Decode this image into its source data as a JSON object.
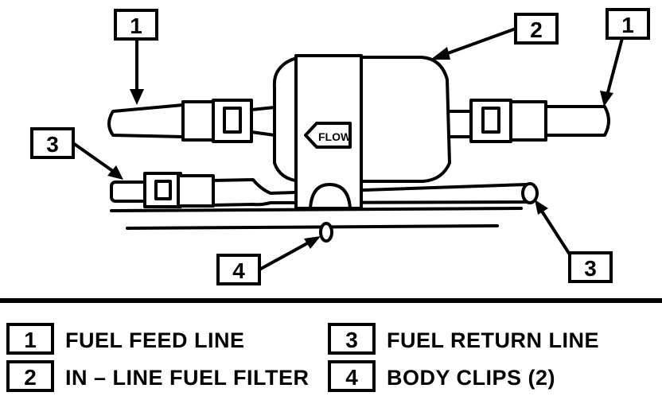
{
  "callouts": [
    {
      "id": "1a",
      "label": "1"
    },
    {
      "id": "2",
      "label": "2"
    },
    {
      "id": "1b",
      "label": "1"
    },
    {
      "id": "3a",
      "label": "3"
    },
    {
      "id": "4",
      "label": "4"
    },
    {
      "id": "3b",
      "label": "3"
    }
  ],
  "filter_marking": "FLOW",
  "legend": [
    {
      "num": "1",
      "text": "FUEL FEED LINE"
    },
    {
      "num": "2",
      "text": "IN – LINE FUEL FILTER"
    },
    {
      "num": "3",
      "text": "FUEL RETURN LINE"
    },
    {
      "num": "4",
      "text": "BODY CLIPS (2)"
    }
  ],
  "colors": {
    "ink": "#000000",
    "paper": "#ffffff"
  }
}
